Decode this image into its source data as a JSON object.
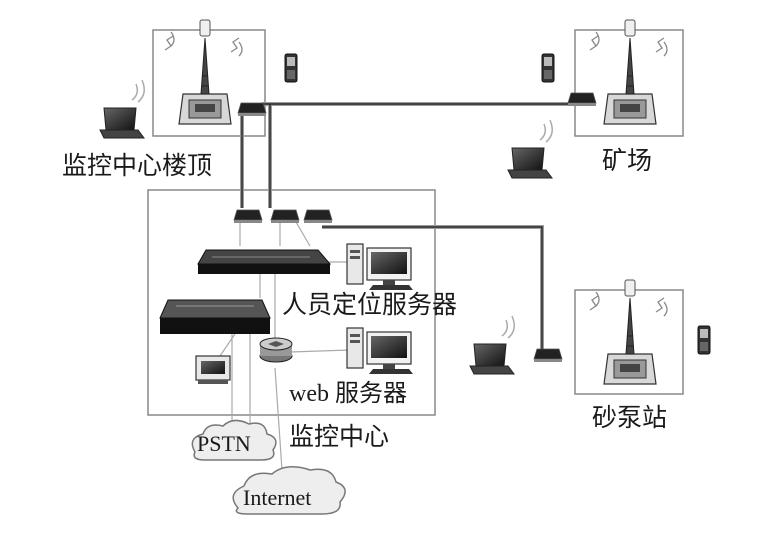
{
  "sites": {
    "roof": "监控中心楼顶",
    "mine": "矿场",
    "pump": "砂泵站"
  },
  "center": {
    "locate_server": "人员定位服务器",
    "web_server": "web 服务器",
    "title": "监控中心"
  },
  "clouds": {
    "pstn": "PSTN",
    "internet": "Internet"
  }
}
